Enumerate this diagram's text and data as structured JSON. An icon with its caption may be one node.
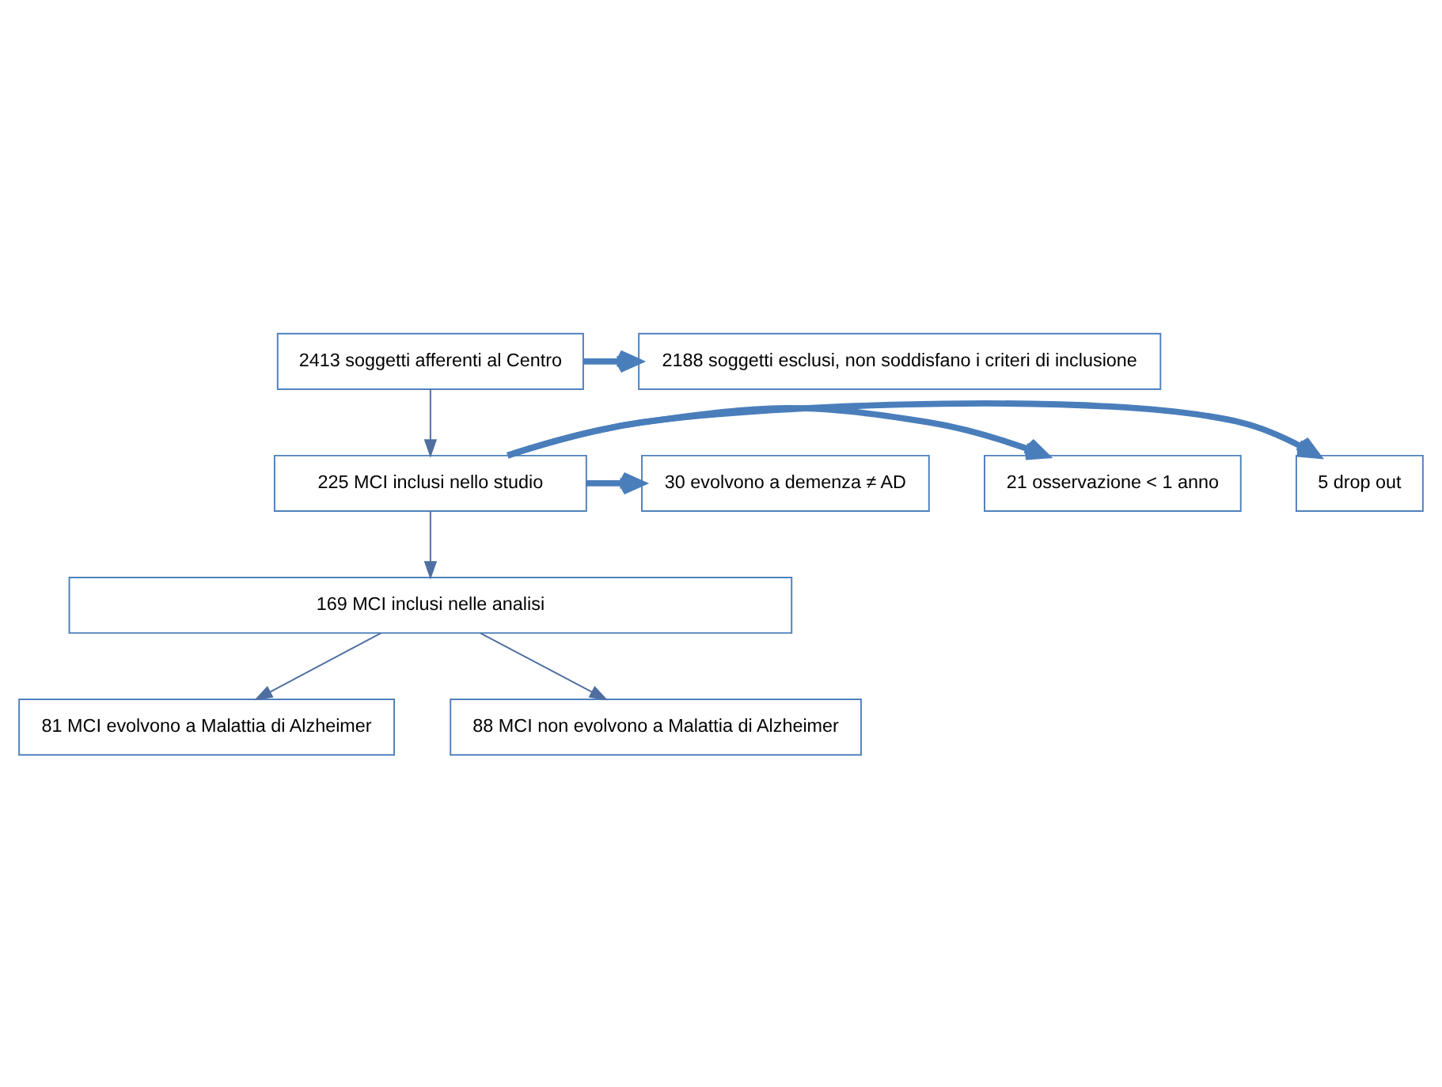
{
  "diagram": {
    "nodes": [
      {
        "text": [
          "2413 soggetti afferenti al Centro"
        ]
      },
      {
        "text": [
          "2188 soggetti esclusi, non soddisfano i criteri di inclusione"
        ]
      },
      {
        "text": [
          "225 MCI inclusi nello studio"
        ]
      },
      {
        "text": [
          "5 drop out"
        ]
      },
      {
        "text": [
          "21 osservazione < 1 anno"
        ]
      },
      {
        "text": [
          "30 evolvono a demenza ≠ AD"
        ]
      },
      {
        "text": [
          "169 MCI inclusi nelle analisi"
        ]
      },
      {
        "text": [
          "81 MCI evolvono a Malattia di Alzheimer"
        ]
      },
      {
        "text": [
          "88 MCI non evolvono a Malattia di Alzheimer"
        ]
      }
    ],
    "edges": [
      {
        "from": 0,
        "to": 1,
        "arrow": "to",
        "style": "thick",
        "color": "#4a7ebb"
      },
      {
        "from": 0,
        "to": 2,
        "arrow": "to"
      },
      {
        "from": 2,
        "to": 3,
        "arrow": "to",
        "style": "thick",
        "color": "#4a7ebb"
      },
      {
        "from": 2,
        "to": 4,
        "arrow": "to",
        "style": "thick",
        "color": "#4a7ebb"
      },
      {
        "from": 2,
        "to": 5,
        "arrow": "to",
        "style": "thick",
        "color": "#4a7ebb"
      },
      {
        "from": 2,
        "to": 6,
        "arrow": "to"
      },
      {
        "from": 6,
        "to": 7,
        "arrow": "to"
      },
      {
        "from": 6,
        "to": 8,
        "arrow": "to"
      }
    ]
  }
}
